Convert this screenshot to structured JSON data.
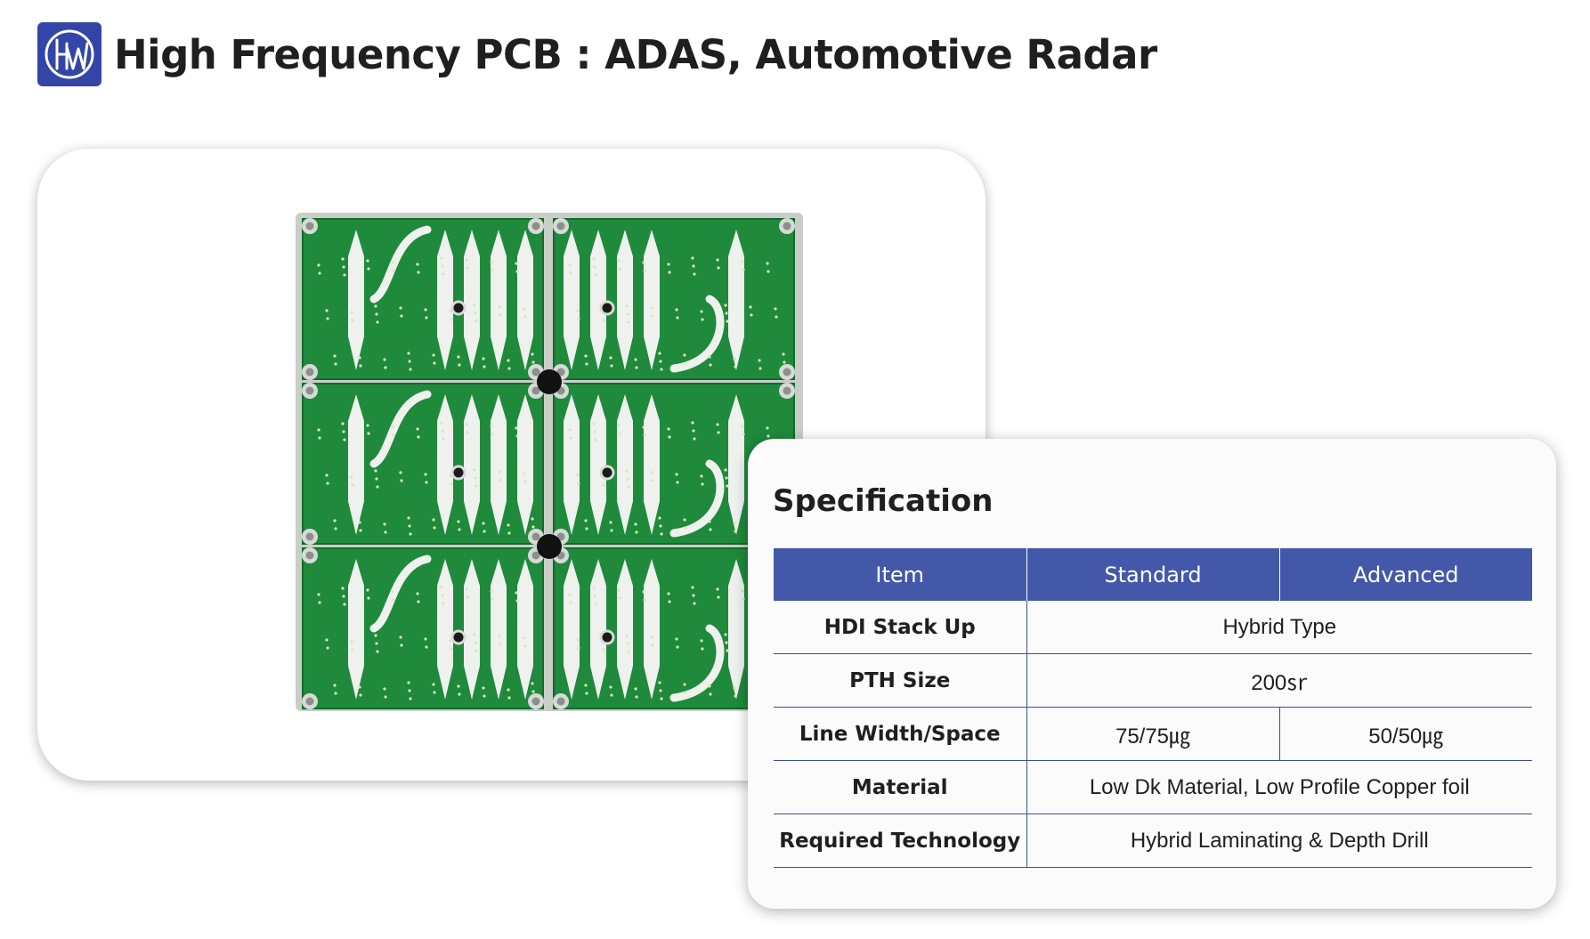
{
  "page": {
    "title": "High Frequency PCB : ADAS, Automotive Radar",
    "logo_icon": "hw-logo-icon",
    "logo_color": "#3346a8"
  },
  "image": {
    "subject": "pcb-panel-image"
  },
  "spec": {
    "title": "Specification",
    "header_color": "#4358a8",
    "columns": [
      "Item",
      "Standard",
      "Advanced"
    ],
    "rows": [
      {
        "item": "HDI Stack Up",
        "standard": "Hybrid Type",
        "advanced": null
      },
      {
        "item": "PTH Size",
        "standard": "200㏛",
        "advanced": null
      },
      {
        "item": "Line Width/Space",
        "standard": "75/75㎍",
        "advanced": "50/50㎍"
      },
      {
        "item": "Material",
        "standard": "Low Dk Material, Low Profile Copper foil",
        "advanced": null
      },
      {
        "item": "Required Technology",
        "standard": "Hybrid Laminating & Depth Drill",
        "advanced": null
      }
    ]
  }
}
